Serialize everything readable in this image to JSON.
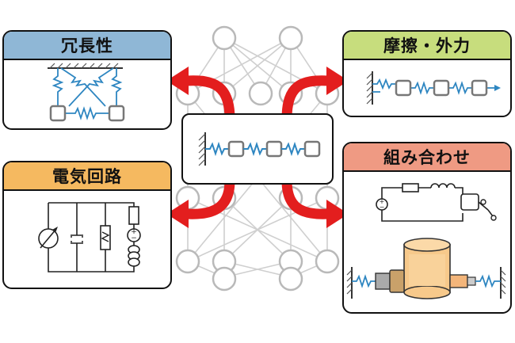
{
  "panels": {
    "redundancy": {
      "title": "冗長性",
      "header_color": "#8fb7d6"
    },
    "friction": {
      "title": "摩擦・外力",
      "header_color": "#c7dd7d"
    },
    "circuit": {
      "title": "電気回路",
      "header_color": "#f5b960"
    },
    "combination": {
      "title": "組み合わせ",
      "header_color": "#ef9a83"
    }
  },
  "colors": {
    "arrow": "#e31e1e",
    "spring": "#2e86c1",
    "block": "#888888",
    "network": "#c8c8c8",
    "tank": "#f7c98b"
  },
  "icons": [
    "ground-hatch-icon",
    "spring-icon",
    "mass-block-icon",
    "ammeter-icon",
    "battery-icon",
    "inductor-coil-icon",
    "motor-icon",
    "cylinder-tank-icon"
  ]
}
